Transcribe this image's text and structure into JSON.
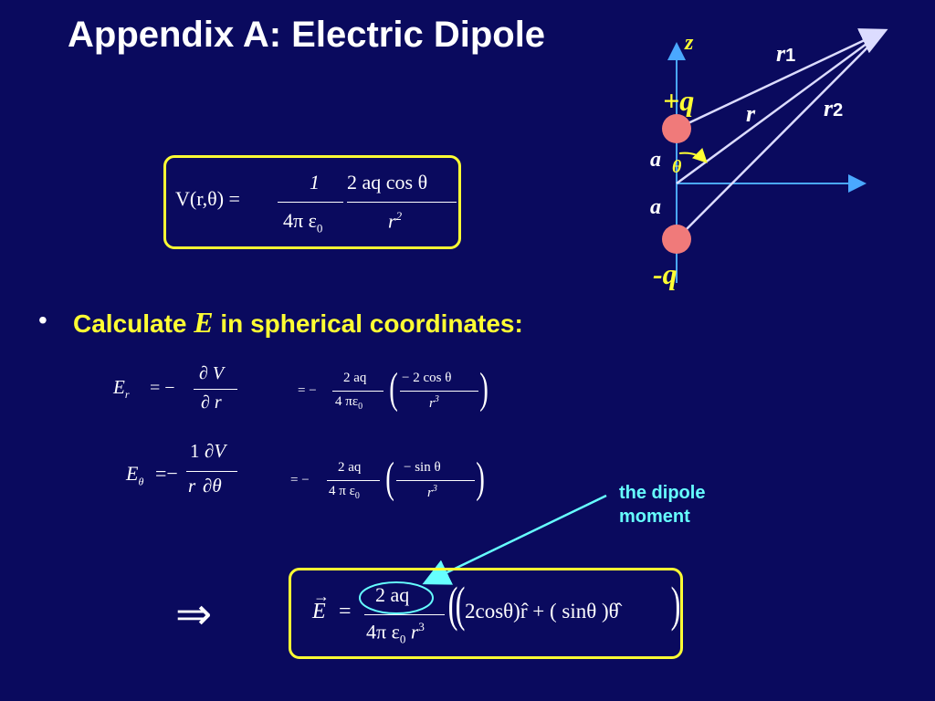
{
  "title": "Appendix A: Electric Dipole",
  "potential": {
    "lhs": "V(r,θ) =",
    "frac1_num": "1",
    "frac1_den": "4π ε",
    "frac1_den_sub": "0",
    "frac2_num": "2 aq cos θ",
    "frac2_den": "r",
    "frac2_den_sup": "2"
  },
  "bullet": {
    "marker": "•",
    "text_before": "Calculate ",
    "text_E": "E",
    "text_after": " in spherical coordinates:"
  },
  "er_eq": {
    "lhs": "E",
    "lhs_sub": "r",
    "eq": "= −",
    "num": "∂ V",
    "den": "∂ r",
    "eq2": "= −",
    "num2": "2 aq",
    "den2": "4 πε",
    "den2_sub": "0",
    "num3": "− 2 cos θ",
    "den3": "r",
    "den3_sup": "3"
  },
  "etheta_eq": {
    "lhs": "E",
    "lhs_sub": "θ",
    "eq": "=−",
    "num_a": "1",
    "den_a": "r",
    "num_b": "∂V",
    "den_b": "∂θ",
    "eq2": "= −",
    "num2": "2 aq",
    "den2": "4 π ε",
    "den2_sub": "0",
    "num3": "− sin θ",
    "den3": "r",
    "den3_sup": "3"
  },
  "result": {
    "implies": "⇒",
    "lhs": "E",
    "eq": "=",
    "num": "2 aq",
    "den": "4π ε",
    "den_sub": "0",
    "den_r": "r",
    "den_r_sup": "3",
    "body": "2cosθ)r̂ + ( sinθ )θ̂"
  },
  "callout": {
    "line1": "the dipole",
    "line2": "moment"
  },
  "diagram": {
    "z": "z",
    "r1": "r",
    "r1_sub": "1",
    "r2": "r",
    "r2_sub": "2",
    "r": "r",
    "plus_q": "+q",
    "minus_q": "-q",
    "a_top": "a",
    "a_bottom": "a",
    "theta": "θ"
  },
  "colors": {
    "background": "#0a0a5e",
    "accent_yellow": "#ffff33",
    "cyan": "#66ffff",
    "charge": "#f07a7a",
    "axis": "#4aa8ff"
  }
}
